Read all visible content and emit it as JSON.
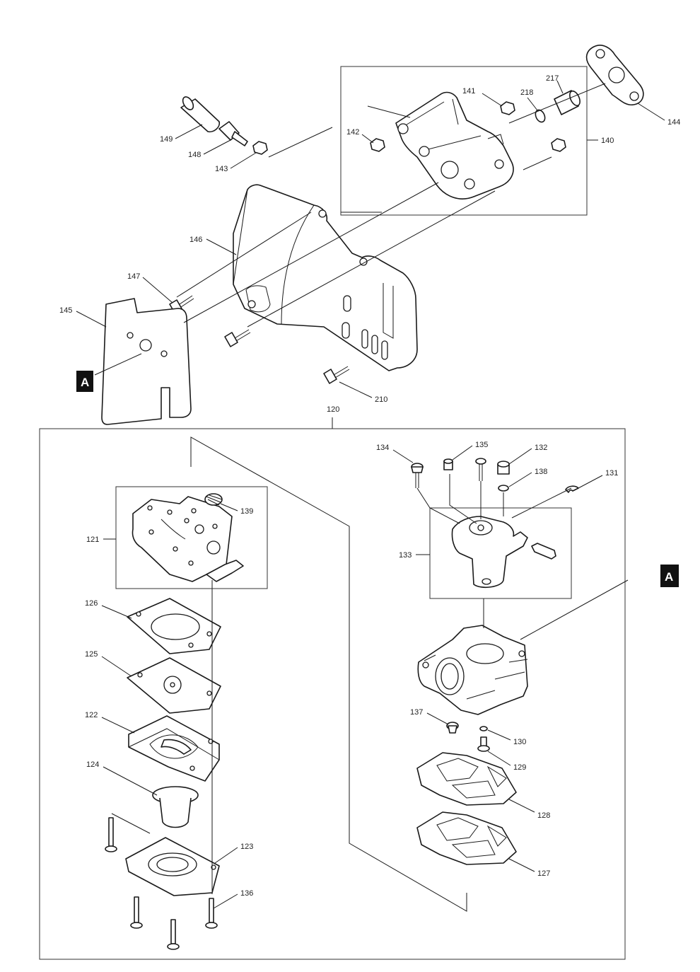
{
  "callouts": {
    "c120": "120",
    "c121": "121",
    "c122": "122",
    "c123": "123",
    "c124": "124",
    "c125": "125",
    "c126": "126",
    "c127": "127",
    "c128": "128",
    "c129": "129",
    "c130": "130",
    "c131": "131",
    "c132": "132",
    "c133": "133",
    "c134": "134",
    "c135": "135",
    "c136": "136",
    "c137": "137",
    "c138": "138",
    "c139": "139",
    "c140": "140",
    "c141": "141",
    "c142": "142",
    "c143": "143",
    "c144": "144",
    "c145": "145",
    "c146": "146",
    "c147": "147",
    "c148": "148",
    "c149": "149",
    "c210": "210",
    "c217": "217",
    "c218": "218"
  },
  "markers": {
    "a_left": "A",
    "a_right": "A"
  }
}
